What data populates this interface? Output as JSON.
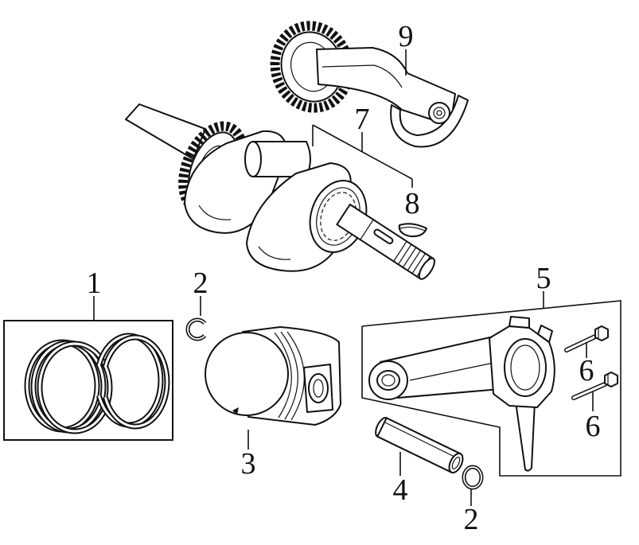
{
  "callouts": {
    "piston_rings": "1",
    "circlip_top": "2",
    "piston": "3",
    "piston_pin": "4",
    "connecting_rod": "5",
    "bolt_top": "6",
    "bolt_bottom": "6",
    "crankshaft": "7",
    "key": "8",
    "camshaft": "9",
    "circlip_bottom": "2"
  }
}
